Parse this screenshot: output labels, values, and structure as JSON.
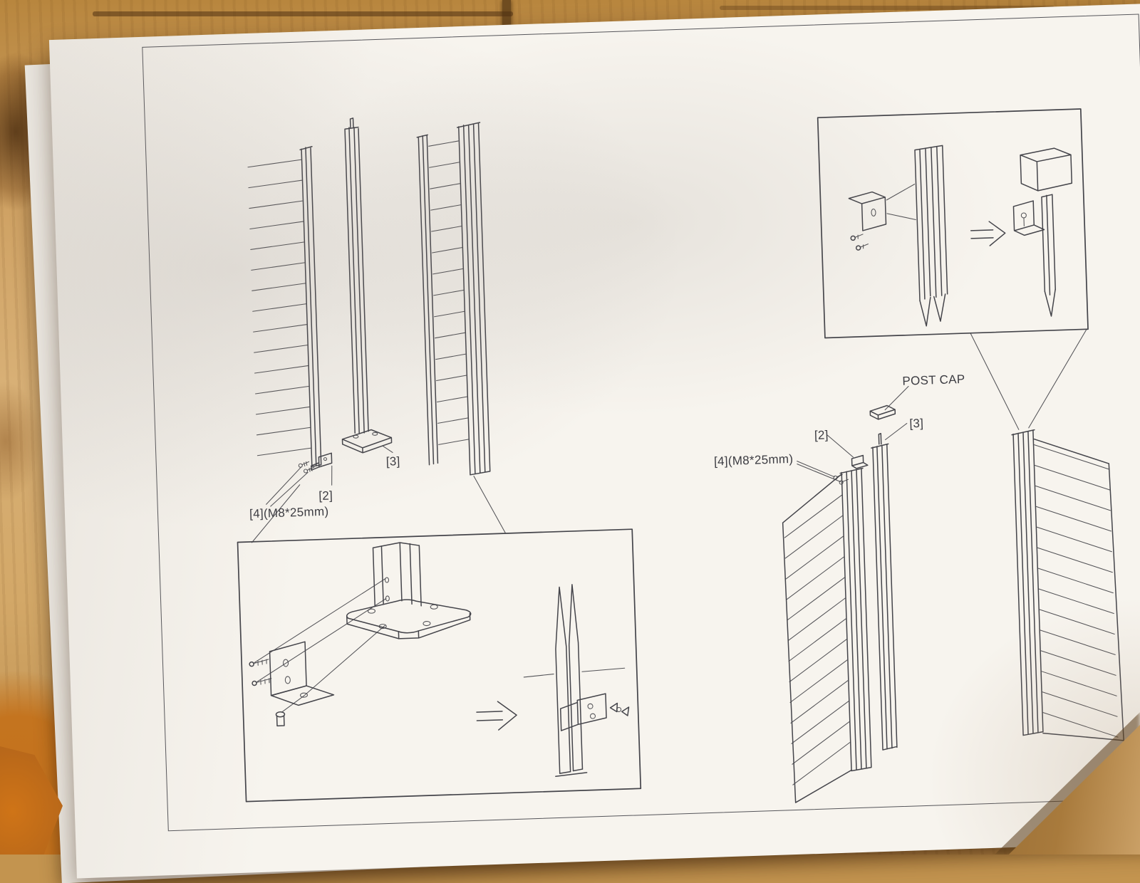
{
  "colors": {
    "ink": "#44444a",
    "paper": "#f7f4ee",
    "wood_light": "#d8b076",
    "wood_dark": "#a87a3c",
    "wood_orange": "#c4711c"
  },
  "manual": {
    "left_figure": {
      "labels": {
        "post": "[3]",
        "bracket": "[2]",
        "screws": "[4](M8*25mm)"
      }
    },
    "right_figure": {
      "labels": {
        "post_cap": "POST CAP",
        "bracket": "[2]",
        "post": "[3]",
        "screws": "[4](M8*25mm)"
      }
    }
  }
}
